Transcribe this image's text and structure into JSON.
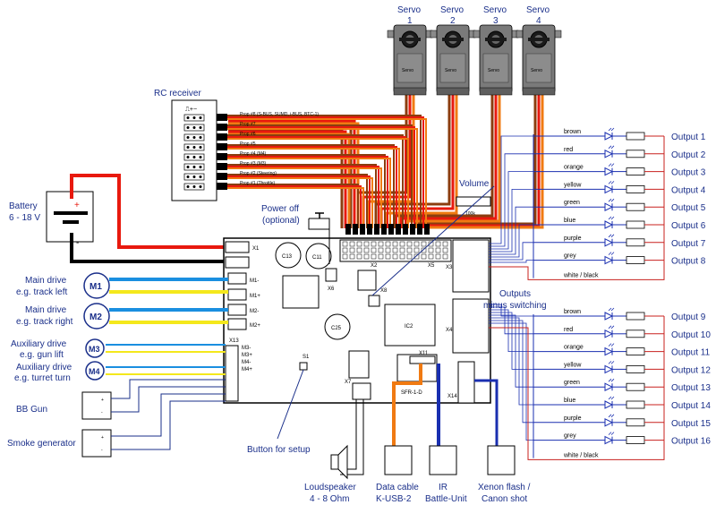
{
  "servos": [
    {
      "title": "Servo",
      "number": "1",
      "body_text": "Servo"
    },
    {
      "title": "Servo",
      "number": "2",
      "body_text": "Servo"
    },
    {
      "title": "Servo",
      "number": "3",
      "body_text": "Servo"
    },
    {
      "title": "Servo",
      "number": "4",
      "body_text": "Servo"
    }
  ],
  "rc_receiver": {
    "title": "RC receiver",
    "symbol": "⎍+−"
  },
  "props": [
    "Prop #8 (S-BUS, SUMD, i-BUS, BTC-1)",
    "Prop #7",
    "Prop #6",
    "Prop #5",
    "Prop #4 (M4)",
    "Prop #3 (M3)",
    "Prop #2 (Steering)",
    "Prop #1 (Throttle)"
  ],
  "battery": {
    "line1": "Battery",
    "line2": "6 - 18 V",
    "plus": "+",
    "minus": "-"
  },
  "power_off": {
    "line1": "Power off",
    "line2": "(optional)"
  },
  "volume": {
    "title": "Volume",
    "value": "100k"
  },
  "motors": [
    {
      "badge": "M1",
      "line1": "Main drive",
      "line2": "e.g. track left"
    },
    {
      "badge": "M2",
      "line1": "Main drive",
      "line2": "e.g. track right"
    },
    {
      "badge": "M3",
      "line1": "Auxiliary drive",
      "line2": "e.g. gun lift"
    },
    {
      "badge": "M4",
      "line1": "Auxiliary drive",
      "line2": "e.g. turret turn"
    }
  ],
  "bb_gun": "BB Gun",
  "smoke_generator": "Smoke generator",
  "button_setup": "Button for setup",
  "loudspeaker": {
    "line1": "Loudspeaker",
    "line2": "4 - 8 Ohm"
  },
  "data_cable": {
    "line1": "Data cable",
    "line2": "K-USB-2"
  },
  "ir": {
    "line1": "IR",
    "line2": "Battle-Unit"
  },
  "xenon": {
    "line1": "Xenon flash /",
    "line2": "Canon shot"
  },
  "outputs_header": {
    "line1": "Outputs",
    "line2": "minus switching"
  },
  "wire_colors": [
    "brown",
    "red",
    "orange",
    "yellow",
    "green",
    "blue",
    "purple",
    "grey"
  ],
  "common_wire": "white / black",
  "outputs_group1": [
    "Output 1",
    "Output 2",
    "Output 3",
    "Output 4",
    "Output 5",
    "Output 6",
    "Output 7",
    "Output 8"
  ],
  "outputs_group2": [
    "Output 9",
    "Output 10",
    "Output 11",
    "Output 12",
    "Output 13",
    "Output 14",
    "Output 15",
    "Output 16"
  ],
  "pcb": {
    "c13": "C13",
    "c11": "C11",
    "c25": "C25",
    "ic2": "IC2",
    "s1": "S1",
    "x1": "X1",
    "x2": "X2",
    "x3": "X3",
    "x4": "X4",
    "x5": "X5",
    "x6": "X6",
    "x7": "X7",
    "x8": "X8",
    "x11": "X11",
    "x13": "X13",
    "x14": "X14",
    "m1m": "M1-",
    "m1p": "M1+",
    "m2m": "M2-",
    "m2p": "M2+",
    "m3m": "M3-",
    "m3p": "M3+",
    "m4m": "M4-",
    "m4p": "M4+",
    "sfr": "SFR-1-D"
  },
  "colors": {
    "wire_blue": "#1a8fe0",
    "wire_yellow": "#f4e81c",
    "wire_red": "#e8190e",
    "wire_black": "#000000",
    "wire_orange": "#f07a12",
    "wire_brown": "#8b3d0f",
    "output_red": "#c8201e",
    "output_blue": "#1a2fb0",
    "label_blue": "#1a2f8a",
    "servo_grey": "#7a7a7a"
  }
}
